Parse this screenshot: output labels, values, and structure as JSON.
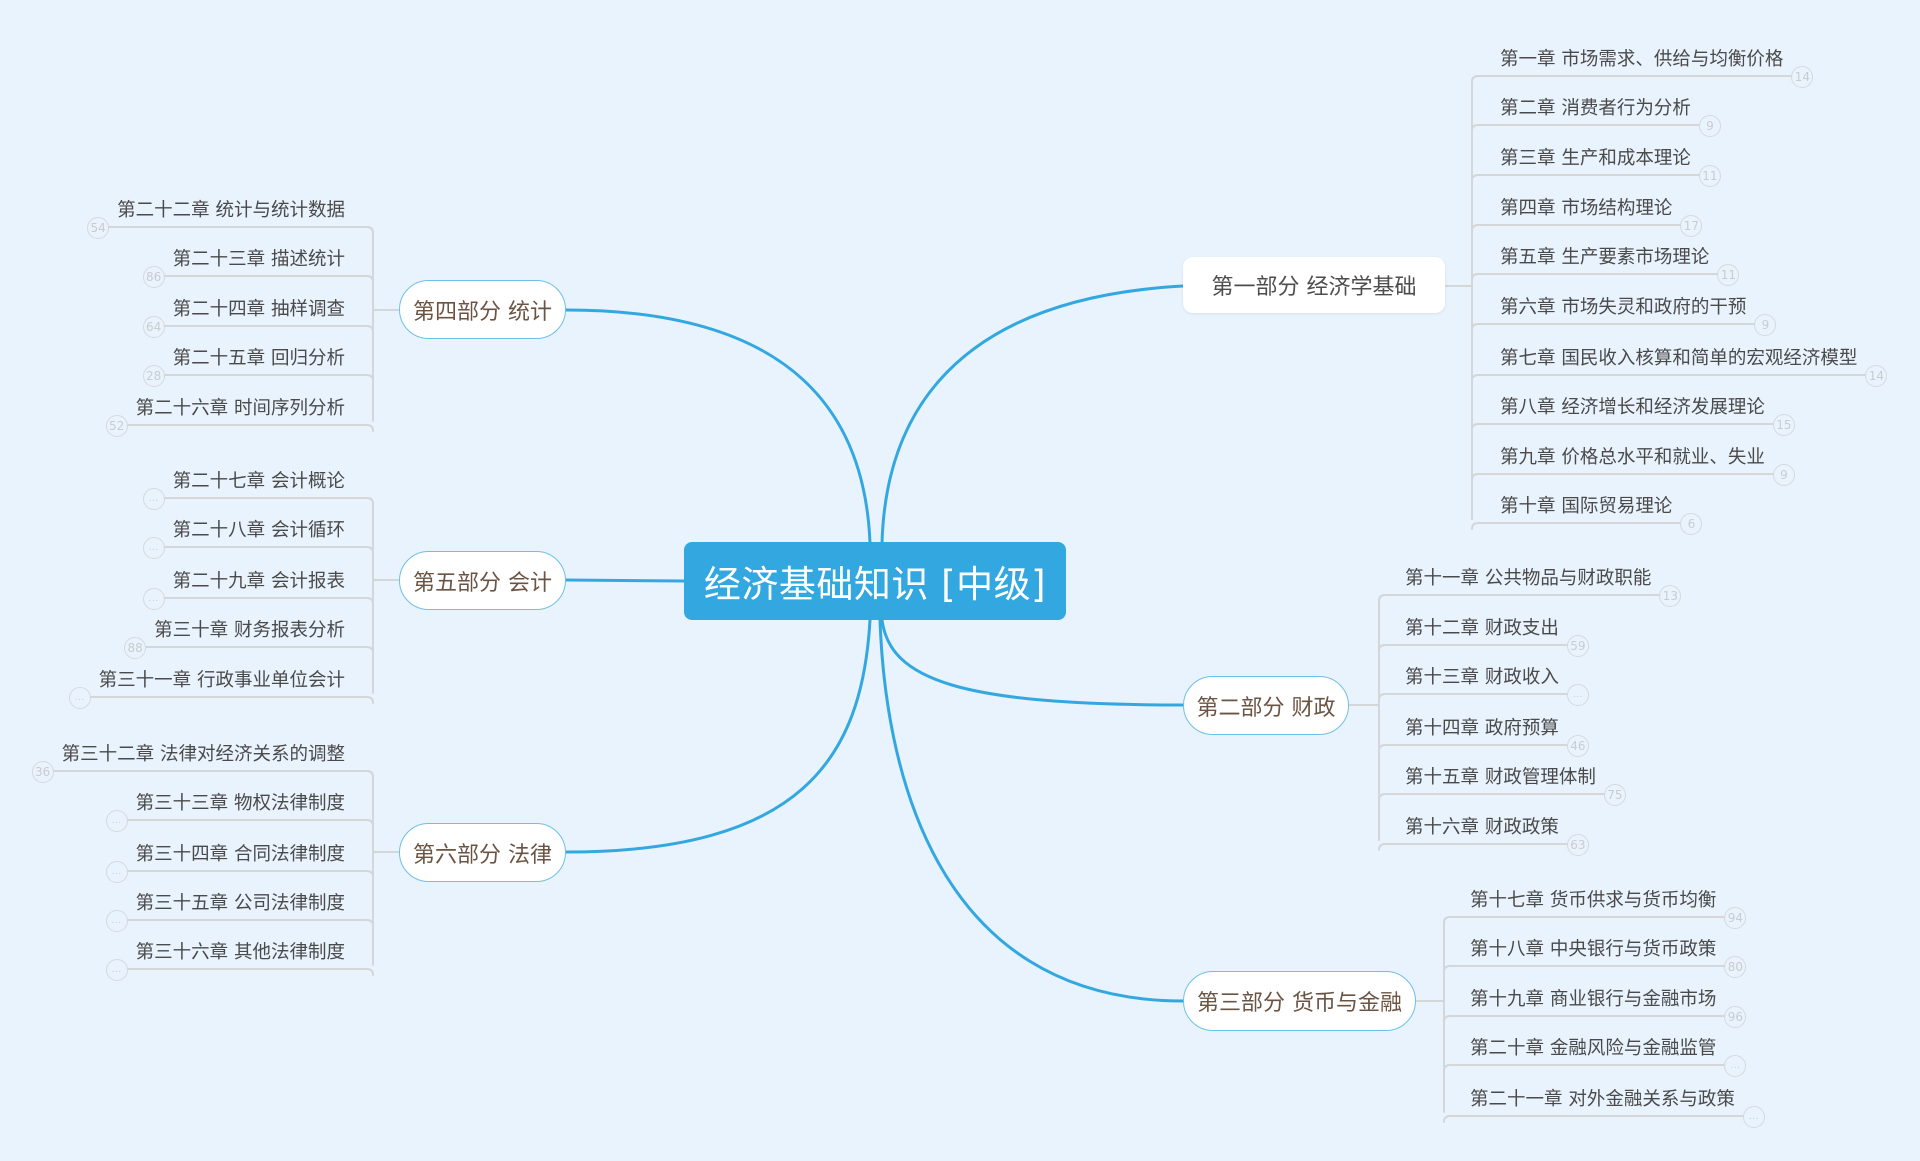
{
  "central": {
    "label": "经济基础知识 [中级]"
  },
  "colors": {
    "background": "#e9f3fd",
    "central_fill": "#33a8e0",
    "main_branch": "#33a8e0",
    "part_border": "#6cc0ea",
    "part_text": "#6b5443",
    "sub_line": "#d4d6d8",
    "badge_text": "#c8ccd0"
  },
  "parts": [
    {
      "label": "第一部分 经济学基础",
      "side": "right",
      "chapters": [
        {
          "label": "第一章 市场需求、供给与均衡价格",
          "count": "14"
        },
        {
          "label": "第二章 消费者行为分析",
          "count": "9"
        },
        {
          "label": "第三章 生产和成本理论",
          "count": "11"
        },
        {
          "label": "第四章 市场结构理论",
          "count": "17"
        },
        {
          "label": "第五章 生产要素市场理论",
          "count": "11"
        },
        {
          "label": "第六章 市场失灵和政府的干预",
          "count": "9"
        },
        {
          "label": "第七章 国民收入核算和简单的宏观经济模型",
          "count": "14"
        },
        {
          "label": "第八章 经济增长和经济发展理论",
          "count": "15"
        },
        {
          "label": "第九章 价格总水平和就业、失业",
          "count": "9"
        },
        {
          "label": "第十章 国际贸易理论",
          "count": "6"
        }
      ]
    },
    {
      "label": "第二部分 财政",
      "side": "right",
      "chapters": [
        {
          "label": "第十一章 公共物品与财政职能",
          "count": "13"
        },
        {
          "label": "第十二章 财政支出",
          "count": "59"
        },
        {
          "label": "第十三章 财政收入",
          "count": "..."
        },
        {
          "label": "第十四章 政府预算",
          "count": "46"
        },
        {
          "label": "第十五章 财政管理体制",
          "count": "75"
        },
        {
          "label": "第十六章 财政政策",
          "count": "63"
        }
      ]
    },
    {
      "label": "第三部分 货币与金融",
      "side": "right",
      "chapters": [
        {
          "label": "第十七章 货币供求与货币均衡",
          "count": "94"
        },
        {
          "label": "第十八章 中央银行与货币政策",
          "count": "80"
        },
        {
          "label": "第十九章 商业银行与金融市场",
          "count": "96"
        },
        {
          "label": "第二十章 金融风险与金融监管",
          "count": "..."
        },
        {
          "label": "第二十一章 对外金融关系与政策",
          "count": "..."
        }
      ]
    },
    {
      "label": "第四部分 统计",
      "side": "left",
      "chapters": [
        {
          "label": "第二十二章 统计与统计数据",
          "count": "54"
        },
        {
          "label": "第二十三章 描述统计",
          "count": "86"
        },
        {
          "label": "第二十四章 抽样调查",
          "count": "64"
        },
        {
          "label": "第二十五章 回归分析",
          "count": "28"
        },
        {
          "label": "第二十六章 时间序列分析",
          "count": "52"
        }
      ]
    },
    {
      "label": "第五部分 会计",
      "side": "left",
      "chapters": [
        {
          "label": "第二十七章 会计概论",
          "count": "..."
        },
        {
          "label": "第二十八章 会计循环",
          "count": "..."
        },
        {
          "label": "第二十九章 会计报表",
          "count": "..."
        },
        {
          "label": "第三十章 财务报表分析",
          "count": "88"
        },
        {
          "label": "第三十一章 行政事业单位会计",
          "count": "..."
        }
      ]
    },
    {
      "label": "第六部分 法律",
      "side": "left",
      "chapters": [
        {
          "label": "第三十二章 法律对经济关系的调整",
          "count": "36"
        },
        {
          "label": "第三十三章 物权法律制度",
          "count": "..."
        },
        {
          "label": "第三十四章 合同法律制度",
          "count": "..."
        },
        {
          "label": "第三十五章 公司法律制度",
          "count": "..."
        },
        {
          "label": "第三十六章 其他法律制度",
          "count": "..."
        }
      ]
    }
  ]
}
